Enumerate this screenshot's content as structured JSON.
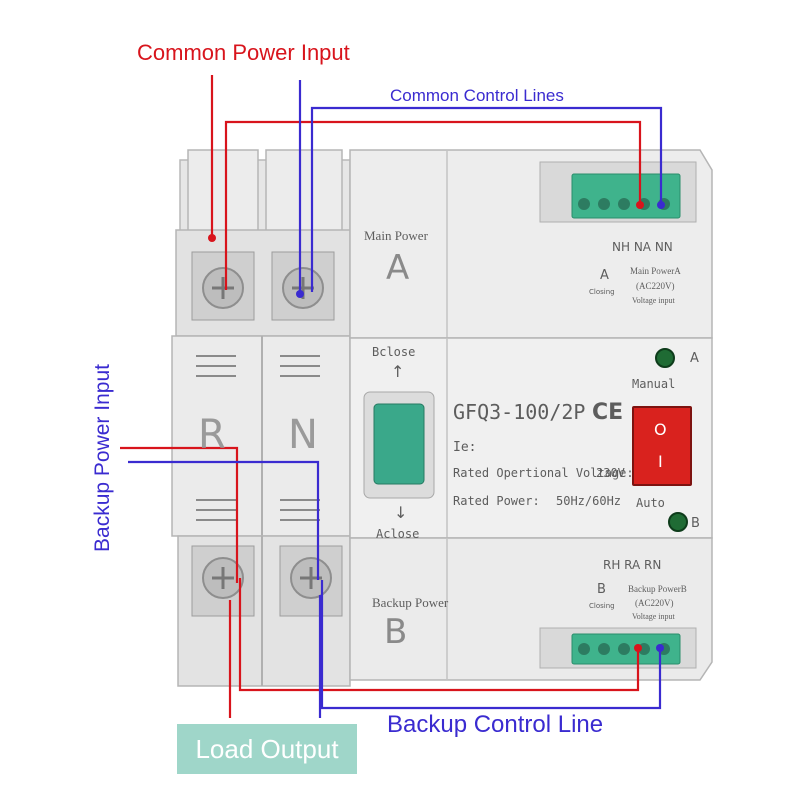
{
  "labels": {
    "common_power_input": "Common Power Input",
    "common_control_lines": "Common Control Lines",
    "backup_power_input": "Backup Power Input",
    "backup_control_line": "Backup Control Line",
    "load_output": "Load Output"
  },
  "device": {
    "pole_r": "R",
    "pole_n": "N",
    "main_power_caption": "Main Power",
    "main_power_letter": "A",
    "backup_power_caption": "Backup Power",
    "backup_power_letter": "B",
    "bclose": "Bclose",
    "aclose": "Aclose",
    "up_arrow": "↑",
    "down_arrow": "↓",
    "model": "GFQ3-100/2P",
    "ce_mark": "CE",
    "ie": "Ie:",
    "rated_voltage_label": "Rated Opertional Voltage:",
    "rated_voltage_value": "230V",
    "rated_power_label": "Rated Power:",
    "rated_power_value": "50Hz/60Hz",
    "manual": "Manual",
    "auto": "Auto",
    "switch_on_symbol": "O",
    "switch_off_symbol": "I",
    "indicator_a": "A",
    "indicator_b": "B",
    "top_terminals": {
      "labels": "NH NA NN",
      "letter": "A",
      "closing": "Closing",
      "desc1": "Main PowerA",
      "desc2": "(AC220V)",
      "desc3": "Voltage input"
    },
    "bottom_terminals": {
      "labels": "RH RA RN",
      "letter": "B",
      "closing": "Closing",
      "desc1": "Backup PowerB",
      "desc2": "(AC220V)",
      "desc3": "Voltage input"
    }
  },
  "colors": {
    "red_wire": "#d8141c",
    "blue_wire": "#3a2bd0",
    "housing": "#e9e9e9",
    "terminal_green": "#3fb38c",
    "lever_green": "#3aa88a",
    "switch_red": "#d9221e",
    "load_box": "#9fd6c9"
  }
}
